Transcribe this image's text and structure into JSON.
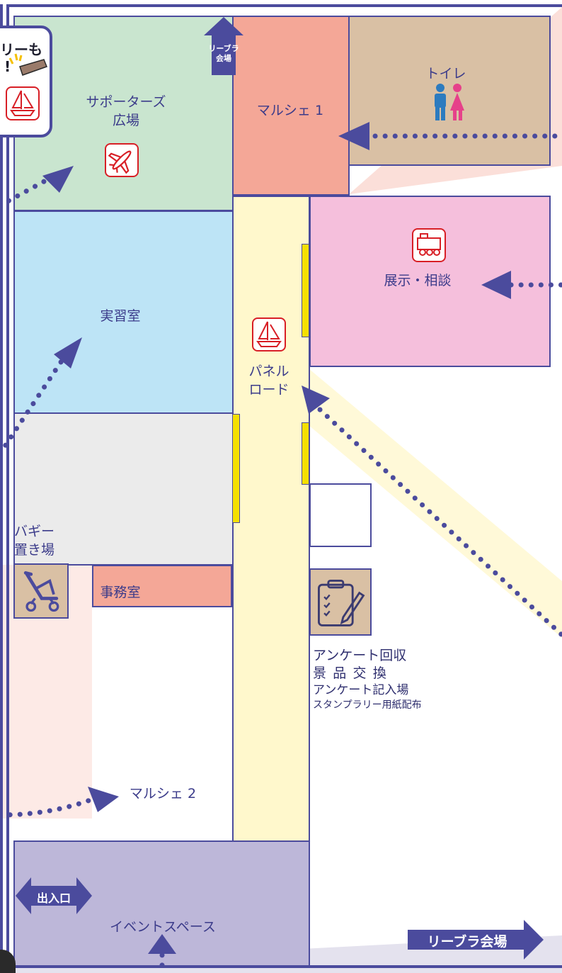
{
  "rooms": {
    "supporters": "サポーターズ\n広場",
    "marche1": "マルシェ 1",
    "toilet": "トイレ",
    "display": "展示・相談",
    "practice": "実習室",
    "panel_road": "パネル\nロード",
    "office": "事務室",
    "buggy": "バギー\n置き場",
    "marche2": "マルシェ 2",
    "event": "イベントスペース"
  },
  "signs": {
    "libra_up": "リーブラ\n会場",
    "entrance": "出入口",
    "libra_right": "リーブラ会場"
  },
  "callout": {
    "line1": "リーも",
    "line2": "!"
  },
  "info": {
    "line1": "アンケート回収",
    "line2": "景 品 交 換",
    "line3": "アンケート記入場",
    "line4": "スタンプラリー用紙配布"
  },
  "colors": {
    "outline": "#4b4b9d",
    "supporters": "#c9e5cf",
    "marche": "#f4a797",
    "toilet": "#d9c0a4",
    "display": "#f5bfdc",
    "practice": "#bde4f6",
    "corridor": "#fff8cc",
    "office": "#ebebeb",
    "event": "#bdb7d9",
    "stamp_red": "#d81f26",
    "stand_yellow": "#f5e000"
  }
}
